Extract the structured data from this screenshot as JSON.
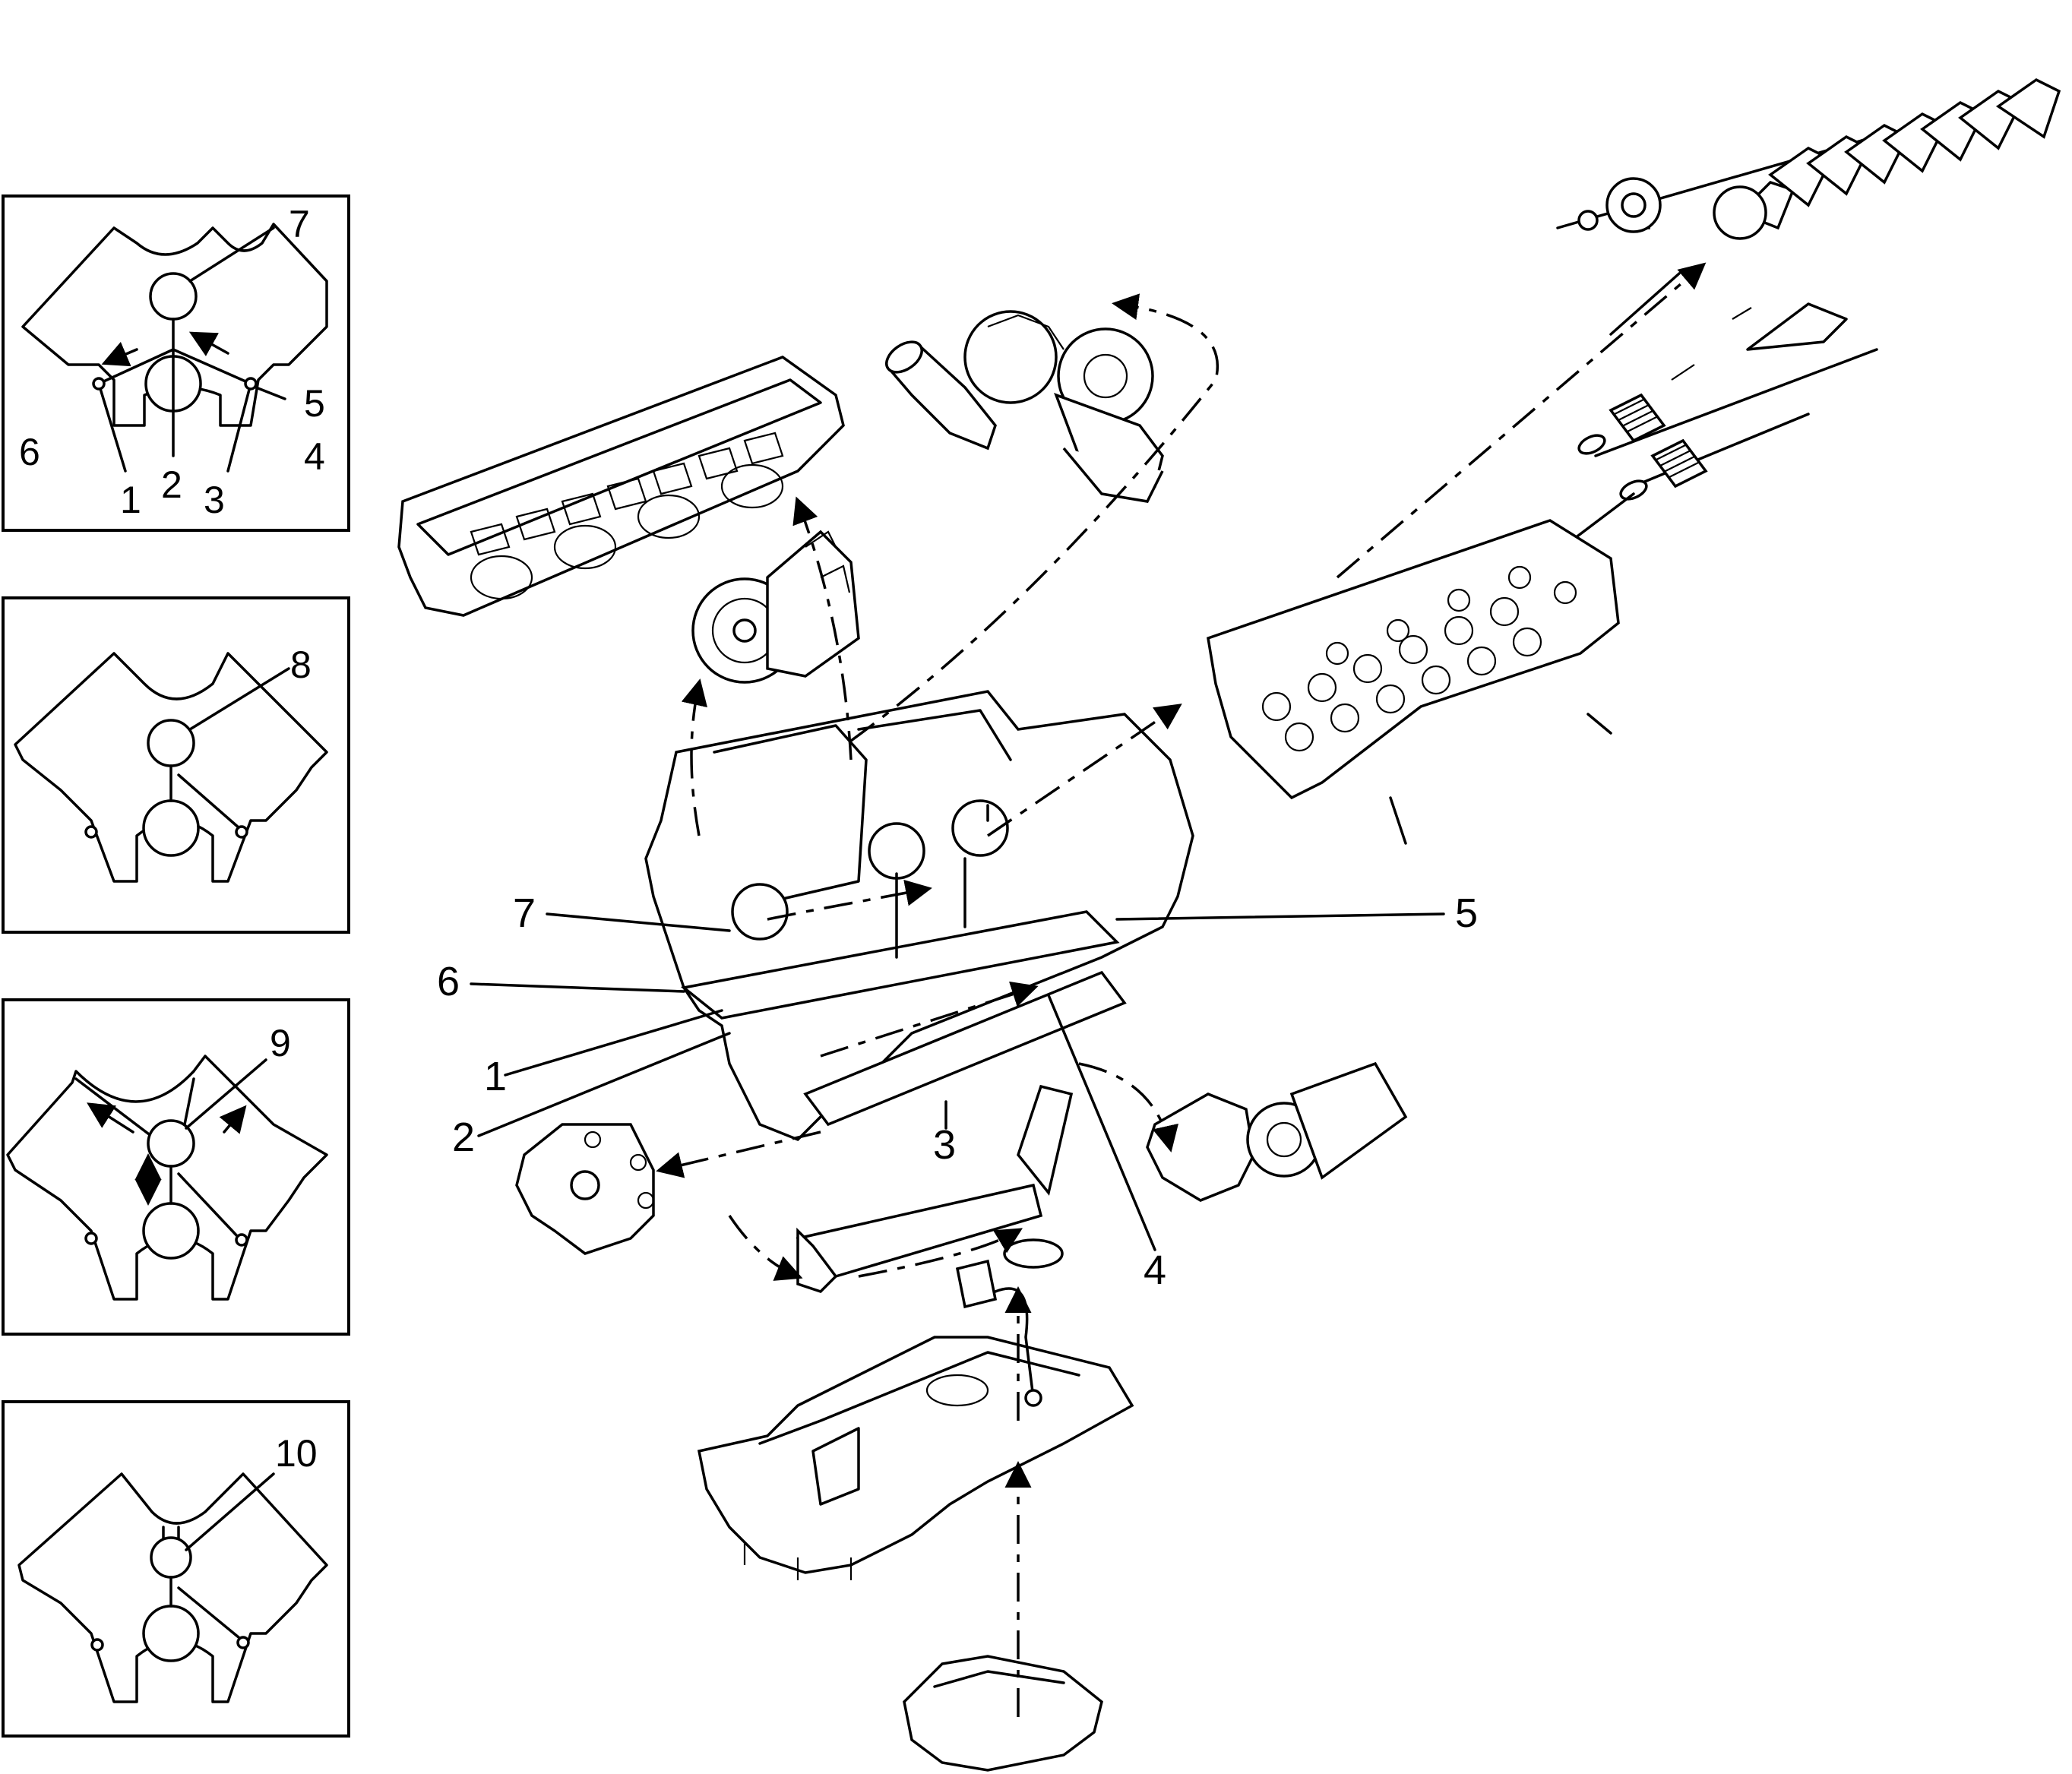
{
  "diagram": {
    "panels": [
      {
        "id": "panel-1",
        "labels": [
          "7",
          "5",
          "6",
          "4",
          "1",
          "2",
          "3"
        ]
      },
      {
        "id": "panel-2",
        "labels": [
          "8"
        ]
      },
      {
        "id": "panel-3",
        "labels": [
          "9"
        ]
      },
      {
        "id": "panel-4",
        "labels": [
          "10"
        ]
      }
    ],
    "callouts": [
      "7",
      "6",
      "1",
      "2",
      "3",
      "4",
      "5"
    ]
  }
}
